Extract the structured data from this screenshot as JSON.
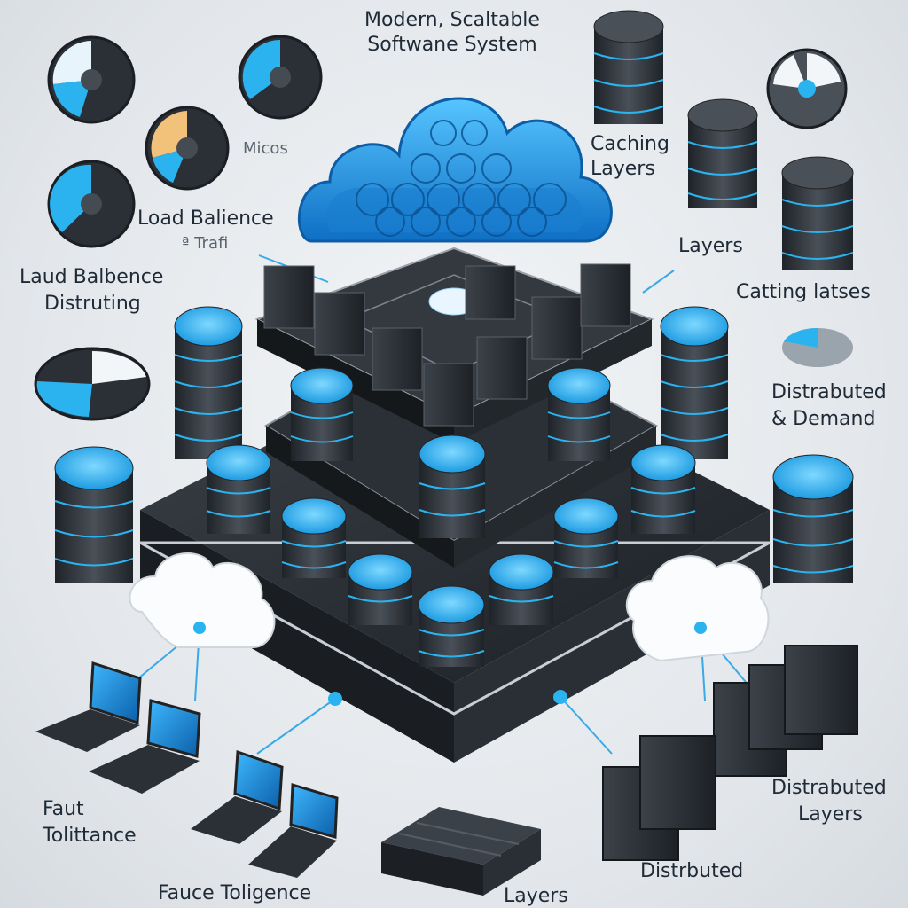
{
  "title": {
    "line1": "Modern, Scaltable",
    "line2": "Softwane System"
  },
  "labels": {
    "micro": "Micos",
    "load_top_1": "Load Balience",
    "load_top_2": "ª Trafi",
    "load_left_1": "Laud Balbence",
    "load_left_2": "Distruting",
    "caching_1": "Caching",
    "caching_2": "Layers",
    "layers_mid_faint": "Layers",
    "catting": "Catting latses",
    "distributed_demand_1": "Distrabuted",
    "distributed_demand_2": "& Demand",
    "fault_1": "Faut",
    "fault_2": "Tolittance",
    "fauce": "Fauce Toligence",
    "layers_bottom": "Layers",
    "distributed_layers_1": "Distrabuted",
    "distributed_layers_2": "Layers",
    "distributed_bottom": "Distrbuted"
  },
  "colors": {
    "accent": "#2bb3f0",
    "dark": "#2b3138",
    "cloud": "#1f8fe0"
  },
  "icons": [
    "cloud-icon",
    "database-icon",
    "server-icon",
    "gauge-icon",
    "laptop-icon",
    "rack-icon"
  ]
}
